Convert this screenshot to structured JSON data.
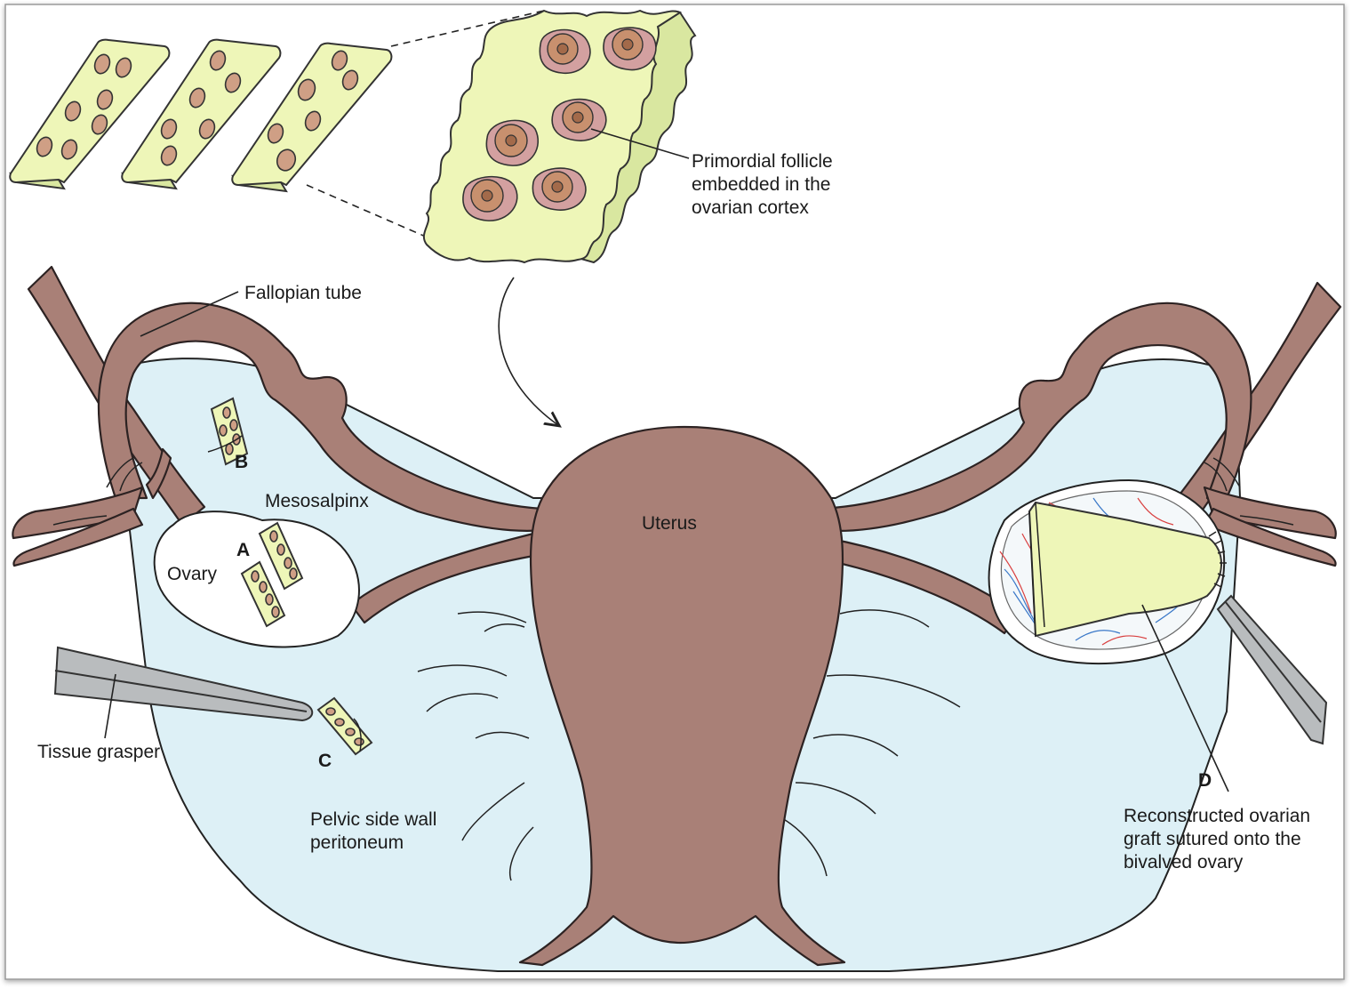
{
  "labels": {
    "primordial_follicle": [
      "Primordial follicle",
      "embedded in the",
      "ovarian cortex"
    ],
    "fallopian_tube": "Fallopian tube",
    "mesosalpinx": "Mesosalpinx",
    "ovary": "Ovary",
    "uterus": "Uterus",
    "tissue_grasper": "Tissue grasper",
    "pelvic_side_wall": [
      "Pelvic side wall",
      "peritoneum"
    ],
    "reconstructed_graft": [
      "Reconstructed ovarian",
      "graft sutured onto the",
      "bivalved ovary"
    ]
  },
  "sites": {
    "a": "A",
    "b": "B",
    "c": "C",
    "d": "D"
  },
  "colors": {
    "tissue": "#eef6b8",
    "follicle": "#cf9f85",
    "organ": "#a98077",
    "peritoneum": "#ddf0f6",
    "instrument": "#b9bcbe"
  }
}
